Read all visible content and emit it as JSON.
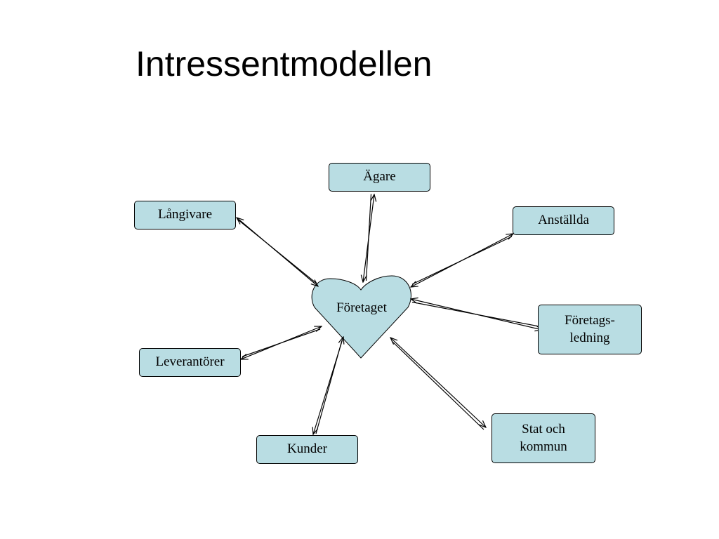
{
  "title": "Intressentmodellen",
  "center": {
    "label": "Företaget"
  },
  "stakeholders": {
    "agare": "Ägare",
    "langivare": "Långivare",
    "anstallda": "Anställda",
    "foretagsledning": "Företags-\nledning",
    "leverantorer": "Leverantörer",
    "kunder": "Kunder",
    "stat": "Stat och\nkommun"
  },
  "colors": {
    "box_fill": "#b9dde3",
    "heart_fill": "#b9dde3",
    "stroke": "#000000"
  }
}
